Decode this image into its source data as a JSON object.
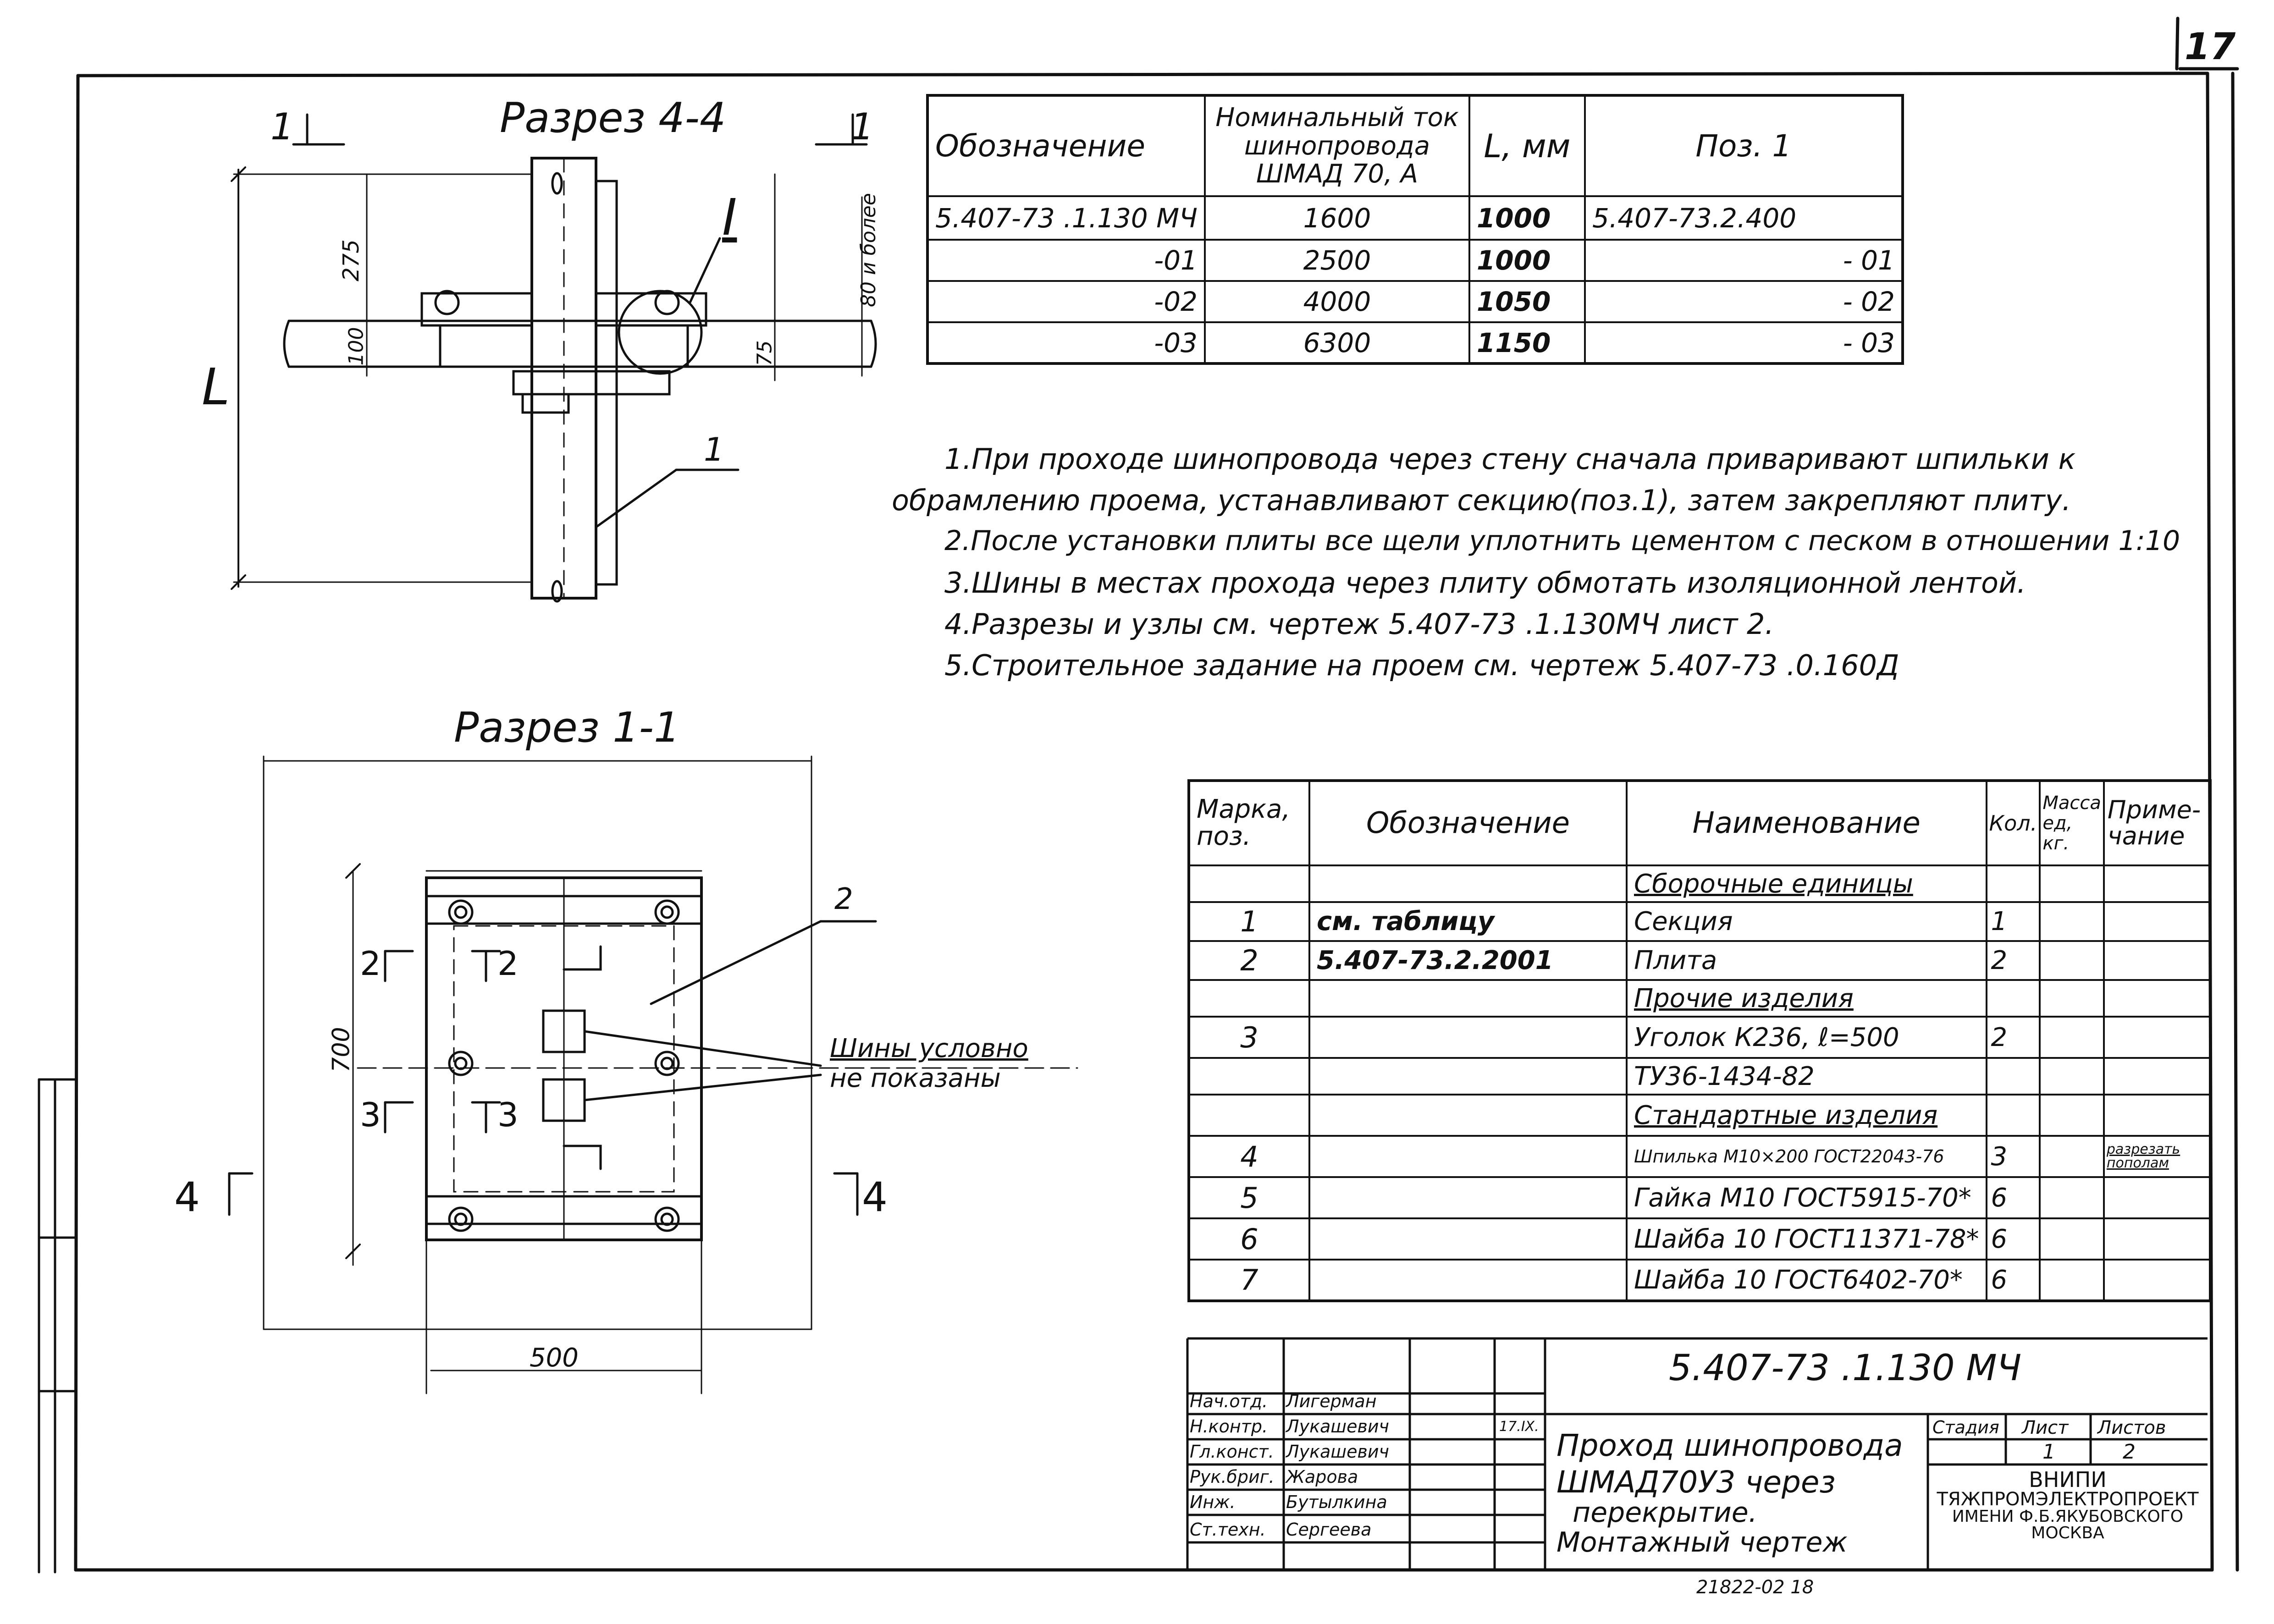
{
  "page_number": "17",
  "section_4_4": {
    "title": "Разрез 4-4",
    "cut_left": "1",
    "cut_right": "1",
    "dims": {
      "d275": "275",
      "d100": "100",
      "d75": "75",
      "d80": "80 и более",
      "L": "L",
      "ref_i": "I",
      "pos1": "1"
    }
  },
  "section_1_1": {
    "title": "Разрез 1-1",
    "dim_700": "700",
    "dim_500": "500",
    "pos2": "2",
    "cut2a": "2",
    "cut2b": "2",
    "cut3a": "3",
    "cut3b": "3",
    "cut4a": "4",
    "cut4b": "4",
    "note_line1": "Шины условно",
    "note_line2": "не показаны"
  },
  "top_table": {
    "headers": [
      "Обозначение",
      "Номинальный ток шинопровода ШМАД 70, А",
      "L, мм",
      "Поз. 1"
    ],
    "rows": [
      {
        "designation": "5.407-73 .1.130 МЧ",
        "current": "1600",
        "L": "1000",
        "pos1": "5.407-73.2.400"
      },
      {
        "designation": "-01",
        "current": "2500",
        "L": "1000",
        "pos1": "- 01"
      },
      {
        "designation": "-02",
        "current": "4000",
        "L": "1050",
        "pos1": "- 02"
      },
      {
        "designation": "-03",
        "current": "6300",
        "L": "1150",
        "pos1": "- 03"
      }
    ]
  },
  "notes": [
    "1.При проходе шинопровода через стену сначала приваривают шпильки к",
    "обрамлению проема, устанавливают секцию(поз.1), затем закрепляют плиту.",
    "2.После установки плиты все щели уплотнить цементом с песком в отношении 1:10",
    "3.Шины в местах прохода через плиту обмотать изоляционной лентой.",
    "4.Разрезы и узлы см. чертеж 5.407-73 .1.130МЧ лист 2.",
    "5.Строительное задание на проем см. чертеж 5.407-73 .0.160Д"
  ],
  "spec_table": {
    "headers": [
      "Марка, поз.",
      "Обозначение",
      "Наименование",
      "Кол.",
      "Масса ед, кг.",
      "Приме- чание"
    ],
    "rows": [
      {
        "mark": "",
        "designation": "",
        "name": "Сборочные единицы",
        "qty": "",
        "mass": "",
        "note": "",
        "heading": true
      },
      {
        "mark": "1",
        "designation": "см. таблицу",
        "name": "Секция",
        "qty": "1",
        "mass": "",
        "note": ""
      },
      {
        "mark": "2",
        "designation": "5.407-73.2.2001",
        "name": "Плита",
        "qty": "2",
        "mass": "",
        "note": ""
      },
      {
        "mark": "",
        "designation": "",
        "name": "Прочие изделия",
        "qty": "",
        "mass": "",
        "note": "",
        "heading": true
      },
      {
        "mark": "3",
        "designation": "",
        "name": "Уголок К236, ℓ=500",
        "qty": "2",
        "mass": "",
        "note": ""
      },
      {
        "mark": "",
        "designation": "",
        "name": "ТУ36-1434-82",
        "qty": "",
        "mass": "",
        "note": ""
      },
      {
        "mark": "",
        "designation": "",
        "name": "Стандартные изделия",
        "qty": "",
        "mass": "",
        "note": "",
        "heading": true
      },
      {
        "mark": "4",
        "designation": "",
        "name": "Шпилька М10×200 ГОСТ22043-76",
        "qty": "3",
        "mass": "",
        "note": "разрезать пополам"
      },
      {
        "mark": "5",
        "designation": "",
        "name": "Гайка М10 ГОСТ5915-70*",
        "qty": "6",
        "mass": "",
        "note": ""
      },
      {
        "mark": "6",
        "designation": "",
        "name": "Шайба 10 ГОСТ11371-78*",
        "qty": "6",
        "mass": "",
        "note": ""
      },
      {
        "mark": "7",
        "designation": "",
        "name": "Шайба 10 ГОСТ6402-70*",
        "qty": "6",
        "mass": "",
        "note": ""
      }
    ]
  },
  "title_block": {
    "code": "5.407-73 .1.130 МЧ",
    "roles": [
      {
        "role": "Нач.отд.",
        "name": "Лигерман"
      },
      {
        "role": "Н.контр.",
        "name": "Лукашевич"
      },
      {
        "role": "Гл.конст.",
        "name": "Лукашевич"
      },
      {
        "role": "Рук.бриг.",
        "name": "Жарова"
      },
      {
        "role": "Инж.",
        "name": "Бутылкина"
      },
      {
        "role": "Ст.техн.",
        "name": "Сергеева"
      }
    ],
    "date_note": "17.IX.",
    "title_lines": [
      "Проход шинопровода",
      "ШМАД70У3 через",
      "перекрытие.",
      "Монтажный чертеж"
    ],
    "stage_label": "Стадия",
    "sheet_label": "Лист",
    "sheets_label": "Листов",
    "sheet": "1",
    "sheets": "2",
    "org_lines": [
      "ВНИПИ",
      "ТЯЖПРОМЭЛЕКТРОПРОЕКТ",
      "ИМЕНИ Ф.Б.ЯКУБОВСКОГО",
      "МОСКВА"
    ],
    "bottom_code": "21822-02 18"
  }
}
